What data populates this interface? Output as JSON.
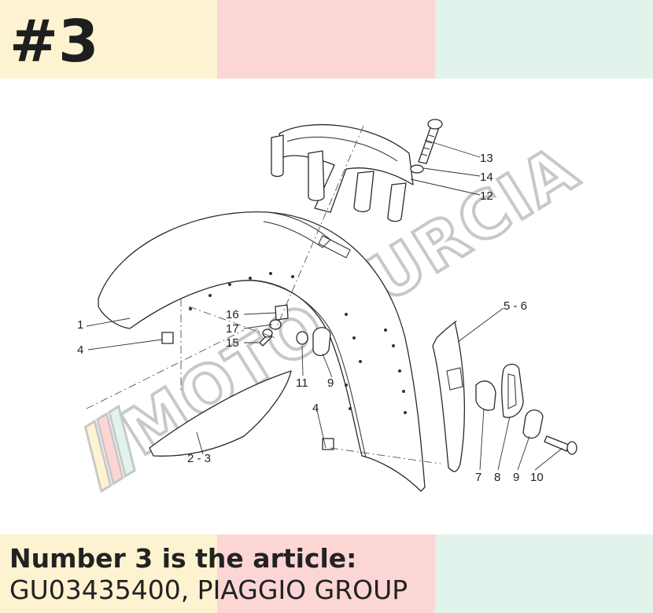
{
  "header": {
    "number": "#3"
  },
  "colors": {
    "band_yellow": "#fdf3d1",
    "band_pink": "#fbd6d5",
    "band_mint": "#e2f3ec"
  },
  "diagram": {
    "callouts": {
      "c1": "1",
      "c2_3": "2 - 3",
      "c4a": "4",
      "c4b": "4",
      "c5_6": "5 - 6",
      "c7": "7",
      "c8": "8",
      "c9a": "9",
      "c9b": "9",
      "c10": "10",
      "c11": "11",
      "c12": "12",
      "c13": "13",
      "c14": "14",
      "c15": "15",
      "c16": "16",
      "c17": "17"
    },
    "watermark": {
      "text": "MOTOMURCIA"
    }
  },
  "footer": {
    "line1": "Number 3 is the article:",
    "line2": "GU03435400, PIAGGIO GROUP"
  }
}
